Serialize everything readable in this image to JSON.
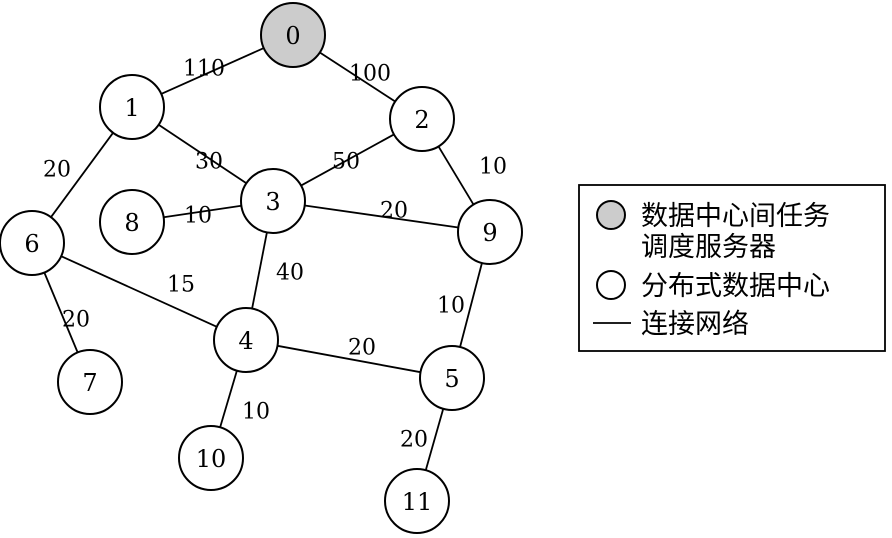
{
  "colors": {
    "server_fill": "#cccccc",
    "node_fill": "#ffffff",
    "stroke": "#000000"
  },
  "nodes": [
    {
      "id": "0",
      "kind": "server"
    },
    {
      "id": "1",
      "kind": "dc"
    },
    {
      "id": "2",
      "kind": "dc"
    },
    {
      "id": "3",
      "kind": "dc"
    },
    {
      "id": "4",
      "kind": "dc"
    },
    {
      "id": "5",
      "kind": "dc"
    },
    {
      "id": "6",
      "kind": "dc"
    },
    {
      "id": "7",
      "kind": "dc"
    },
    {
      "id": "8",
      "kind": "dc"
    },
    {
      "id": "9",
      "kind": "dc"
    },
    {
      "id": "10",
      "kind": "dc"
    },
    {
      "id": "11",
      "kind": "dc"
    }
  ],
  "edges": [
    {
      "from": "0",
      "to": "1",
      "weight": "110"
    },
    {
      "from": "0",
      "to": "2",
      "weight": "100"
    },
    {
      "from": "1",
      "to": "6",
      "weight": "20"
    },
    {
      "from": "1",
      "to": "3",
      "weight": "30"
    },
    {
      "from": "2",
      "to": "3",
      "weight": "50"
    },
    {
      "from": "2",
      "to": "9",
      "weight": "10"
    },
    {
      "from": "8",
      "to": "3",
      "weight": "10"
    },
    {
      "from": "3",
      "to": "9",
      "weight": "20"
    },
    {
      "from": "3",
      "to": "4",
      "weight": "40"
    },
    {
      "from": "6",
      "to": "4",
      "weight": "15"
    },
    {
      "from": "6",
      "to": "7",
      "weight": "20"
    },
    {
      "from": "9",
      "to": "5",
      "weight": "10"
    },
    {
      "from": "4",
      "to": "5",
      "weight": "20"
    },
    {
      "from": "4",
      "to": "10",
      "weight": "10"
    },
    {
      "from": "5",
      "to": "11",
      "weight": "20"
    }
  ],
  "legend": {
    "server_line1": "数据中心间任务",
    "server_line2": "调度服务器",
    "datacenter": "分布式数据中心",
    "connection": "连接网络"
  }
}
